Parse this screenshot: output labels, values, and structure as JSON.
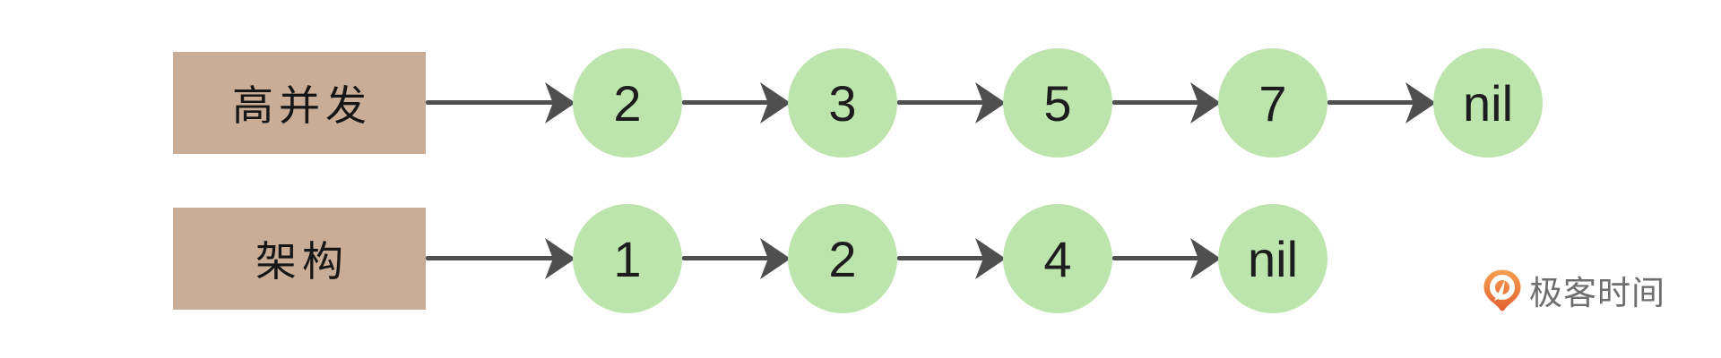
{
  "diagram": {
    "description": "two singly linked lists",
    "rows": [
      {
        "head": "高并发",
        "nodes": [
          "2",
          "3",
          "5",
          "7",
          "nil"
        ]
      },
      {
        "head": "架构",
        "nodes": [
          "1",
          "2",
          "4",
          "nil"
        ]
      }
    ]
  },
  "logo": {
    "text": "极客时间"
  },
  "colors": {
    "background": "#ffffff",
    "node_fill": "#bce5ae",
    "head_box_fill": "#c9ad96",
    "arrow": "#4f4f4f",
    "node_text": "#1d1d1d",
    "logo_text": "#6e6e6e",
    "logo_orange_top": "#f7a04f",
    "logo_orange_bottom": "#e25a2e"
  }
}
